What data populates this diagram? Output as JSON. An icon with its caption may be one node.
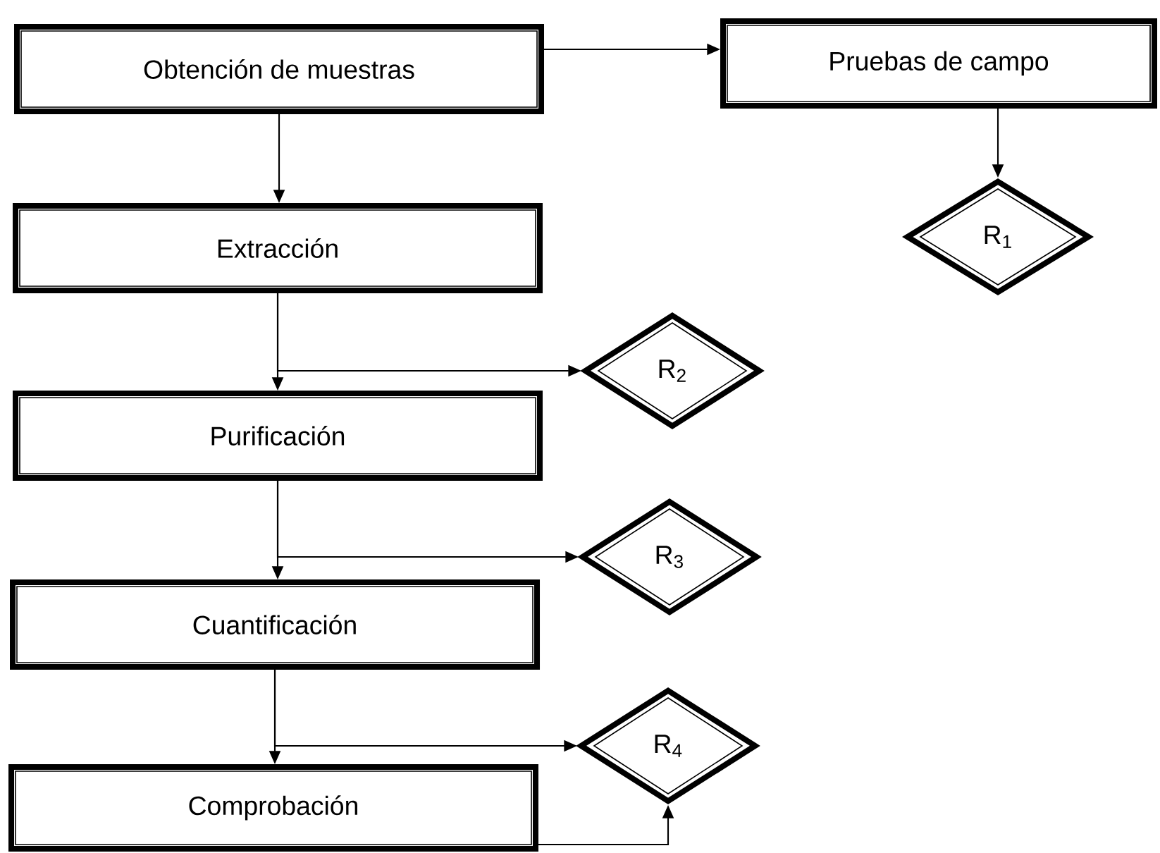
{
  "diagram": {
    "nodes": [
      {
        "text": [
          "Obtención de muestras"
        ]
      },
      {
        "text": [
          "Pruebas de campo"
        ]
      },
      {
        "text": [
          "R$_{1}$"
        ]
      },
      {
        "text": [
          "Extracción"
        ]
      },
      {
        "text": [
          "R$_{2}$"
        ]
      },
      {
        "text": [
          "Purificación"
        ]
      },
      {
        "text": [
          "R$_{3}$"
        ]
      },
      {
        "text": [
          "Cuantificación"
        ]
      },
      {
        "text": [
          "R$_{4}$"
        ]
      },
      {
        "text": [
          "Comprobación"
        ]
      }
    ],
    "edges": [
      {
        "from": 0,
        "to": 1,
        "arrow": "to"
      },
      {
        "from": 1,
        "to": 2,
        "arrow": "to"
      },
      {
        "from": 0,
        "to": 3,
        "arrow": "to"
      },
      {
        "from": 3,
        "to": 5,
        "arrow": "to"
      },
      {
        "from": 3,
        "to": 4,
        "arrow": "to"
      },
      {
        "from": 5,
        "to": 7,
        "arrow": "to"
      },
      {
        "from": 5,
        "to": 6,
        "arrow": "to"
      },
      {
        "from": 7,
        "to": 9,
        "arrow": "to"
      },
      {
        "from": 7,
        "to": 8,
        "arrow": "to"
      },
      {
        "from": 9,
        "to": 8,
        "arrow": "to"
      }
    ]
  }
}
